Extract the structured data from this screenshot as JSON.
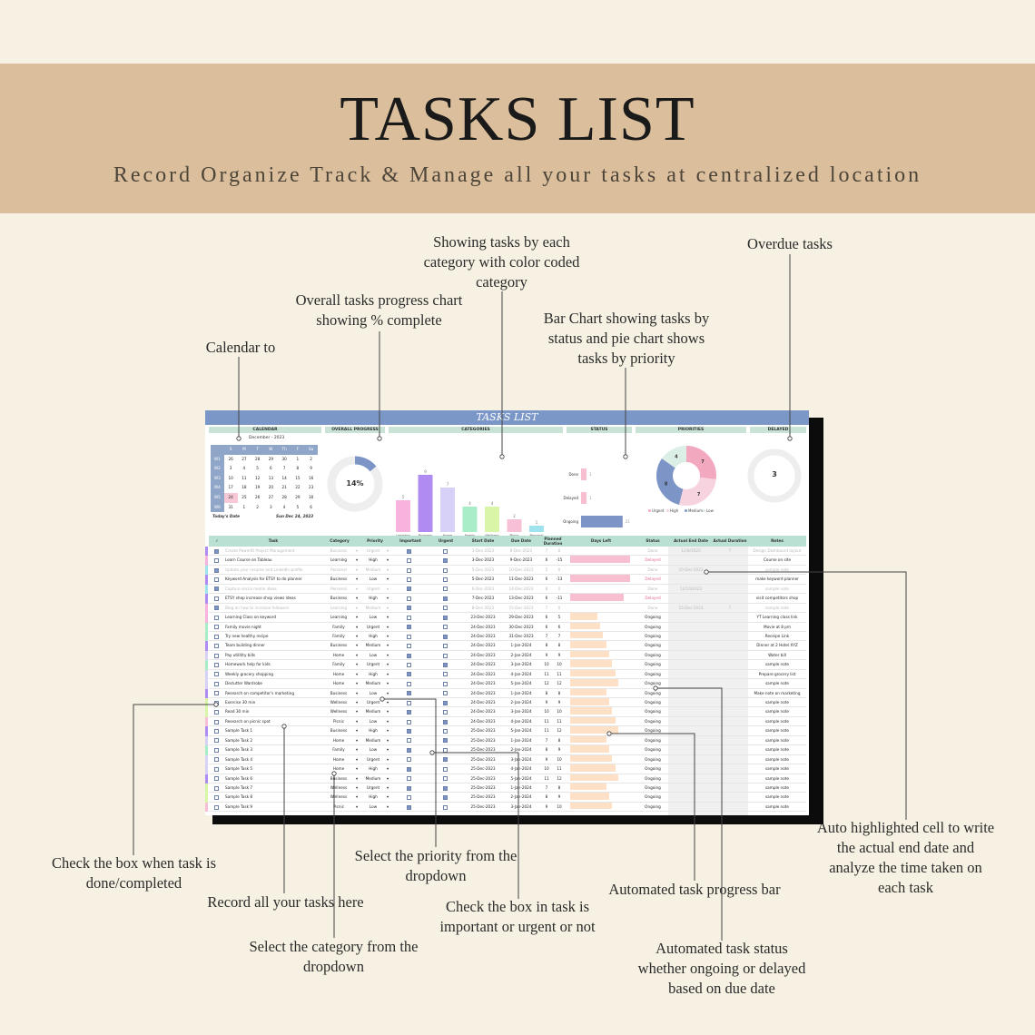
{
  "banner": {
    "title": "TASKS LIST",
    "subtitle": "Record Organize Track & Manage all your tasks at centralized location"
  },
  "callouts": {
    "calendar": "Calendar to",
    "progress": "Overall tasks progress chart\nshowing % complete",
    "categories": "Showing tasks by each\ncategory with color coded\ncategory",
    "status": "Bar Chart showing tasks by\nstatus and pie chart shows\ntasks by priority",
    "overdue": "Overdue tasks",
    "checkbox": "Check the box when task is\ndone/completed",
    "record": "Record all your tasks here",
    "priority": "Select the priority from the\ndropdown",
    "category": "Select the category from the\ndropdown",
    "important": "Check the box in task is\nimportant or urgent or not",
    "progress_bar": "Automated task progress bar",
    "task_status": "Automated task status\nwhether ongoing or delayed\nbased on due date",
    "end_date": "Auto highlighted cell to write\nthe actual end date and\nanalyze the time taken on\neach task"
  },
  "sheet": {
    "title": "TASKS LIST",
    "sections": [
      "CALENDAR",
      "OVERALL PROGRESS",
      "CATEGORIES",
      "STATUS",
      "PRIORITIES",
      "DELAYED"
    ],
    "calendar": {
      "month": "December - 2023",
      "days": [
        "S",
        "M",
        "T",
        "W",
        "Th",
        "F",
        "Sa"
      ],
      "weeks": [
        {
          "wk": "W1",
          "d": [
            "26",
            "27",
            "28",
            "29",
            "30",
            "1",
            "2"
          ]
        },
        {
          "wk": "W2",
          "d": [
            "3",
            "4",
            "5",
            "6",
            "7",
            "8",
            "9"
          ]
        },
        {
          "wk": "W3",
          "d": [
            "10",
            "11",
            "12",
            "13",
            "14",
            "15",
            "16"
          ]
        },
        {
          "wk": "W4",
          "d": [
            "17",
            "18",
            "19",
            "20",
            "21",
            "22",
            "23"
          ]
        },
        {
          "wk": "W5",
          "d": [
            "24",
            "25",
            "26",
            "27",
            "28",
            "29",
            "30"
          ]
        },
        {
          "wk": "W6",
          "d": [
            "31",
            "1",
            "2",
            "3",
            "4",
            "5",
            "6"
          ]
        }
      ],
      "today_label": "Today's Date",
      "today_value": "Sun Dec 24, 2023"
    },
    "overall_progress": {
      "label": "14%",
      "value": 0.14
    },
    "categories": {
      "items": [
        "Learning",
        "Business",
        "Home",
        "Family",
        "Wellness",
        "Picnic",
        "Personal"
      ],
      "values": [
        5,
        9,
        7,
        4,
        4,
        2,
        1
      ],
      "colors": [
        "#f7b3dd",
        "#b08cf2",
        "#d7d1f7",
        "#a9ecc8",
        "#d9f6a8",
        "#f8c0d6",
        "#9fe3ee"
      ]
    },
    "status": {
      "items": [
        "Done",
        "Delayed",
        "Ongoing"
      ],
      "values": [
        1,
        1,
        21
      ],
      "colors": [
        "#f7bfcf",
        "#f7bfcf",
        "#7d95c6"
      ]
    },
    "priorities": {
      "legend": [
        "Urgent",
        "High",
        "Medium",
        "Low"
      ],
      "values": [
        7,
        7,
        8,
        4
      ],
      "colors": [
        "#f2a9c0",
        "#f7d3df",
        "#7d95c6",
        "#dcefe6"
      ]
    },
    "delayed": {
      "label": "3",
      "value": 3
    },
    "columns": [
      "✓",
      "Task",
      "Category",
      "Priority",
      "Important",
      "Urgent",
      "Start Date",
      "Due Date",
      "Planned Duration",
      "Days Left",
      "Status",
      "Actual End Date",
      "Actual Duration",
      "Notes"
    ],
    "rows": [
      {
        "task": "Create PowerBI Project Management",
        "cat": "Business",
        "pri": "Urgent",
        "imp": true,
        "urg": false,
        "start": "1-Dec-2023",
        "due": "8-Dec-2023",
        "dur": "7",
        "left": "0",
        "status": "Done",
        "end": "12/8/2023",
        "adur": "7",
        "note": "Design Dashboard layout",
        "done": true,
        "color": "#b08cf2",
        "bar": 0
      },
      {
        "task": "Learn Course on Tableau",
        "cat": "Learning",
        "pri": "High",
        "imp": false,
        "urg": true,
        "start": "3-Dec-2023",
        "due": "9-Dec-2023",
        "dur": "6",
        "left": "-15",
        "status": "Delayed",
        "end": "",
        "adur": "",
        "note": "Course on site",
        "done": false,
        "color": "#f7b3dd",
        "bar": 1.0
      },
      {
        "task": "Update your resume and LinkedIn profile",
        "cat": "Personal",
        "pri": "Medium",
        "imp": false,
        "urg": false,
        "start": "5-Dec-2023",
        "due": "10-Dec-2023",
        "dur": "5",
        "left": "0",
        "status": "Done",
        "end": "10-Dec-2023",
        "adur": "",
        "note": "sample note",
        "done": true,
        "color": "#9fe3ee",
        "bar": 0
      },
      {
        "task": "Keyword Analysis for ETSY to do planner",
        "cat": "Business",
        "pri": "Low",
        "imp": false,
        "urg": false,
        "start": "5-Dec-2023",
        "due": "11-Dec-2023",
        "dur": "6",
        "left": "-13",
        "status": "Delayed",
        "end": "",
        "adur": "",
        "note": "make keyword planner",
        "done": false,
        "color": "#b08cf2",
        "bar": 1.0
      },
      {
        "task": "Capture social media ideas",
        "cat": "Personal",
        "pri": "Urgent",
        "imp": true,
        "urg": false,
        "start": "6-Dec-2023",
        "due": "14-Dec-2023",
        "dur": "8",
        "left": "0",
        "status": "Done",
        "end": "12/14/2023",
        "adur": "",
        "note": "sample note",
        "done": true,
        "color": "#9fe3ee",
        "bar": 0
      },
      {
        "task": "ETSY shop increase shop views ideas",
        "cat": "Business",
        "pri": "High",
        "imp": false,
        "urg": true,
        "start": "7-Dec-2023",
        "due": "13-Dec-2023",
        "dur": "6",
        "left": "-11",
        "status": "Delayed",
        "end": "",
        "adur": "",
        "note": "visit competitors shop",
        "done": false,
        "color": "#b08cf2",
        "bar": 0.9
      },
      {
        "task": "Blog on how to increase followers",
        "cat": "Learning",
        "pri": "Medium",
        "imp": true,
        "urg": false,
        "start": "8-Dec-2023",
        "due": "15-Dec-2023",
        "dur": "7",
        "left": "0",
        "status": "Done",
        "end": "15-Dec-2023",
        "adur": "7",
        "note": "sample note",
        "done": true,
        "color": "#f7b3dd",
        "bar": 0
      },
      {
        "task": "Learning Class on keyword",
        "cat": "Learning",
        "pri": "Low",
        "imp": false,
        "urg": true,
        "start": "23-Dec-2023",
        "due": "29-Dec-2023",
        "dur": "6",
        "left": "5",
        "status": "Ongoing",
        "end": "",
        "adur": "",
        "note": "YT Learning class link",
        "done": false,
        "color": "#f7b3dd",
        "bar": 0.45
      },
      {
        "task": "Family movie night",
        "cat": "Family",
        "pri": "Urgent",
        "imp": true,
        "urg": false,
        "start": "24-Dec-2023",
        "due": "30-Dec-2023",
        "dur": "6",
        "left": "6",
        "status": "Ongoing",
        "end": "",
        "adur": "",
        "note": "Movie at 8 pm",
        "done": false,
        "color": "#a9ecc8",
        "bar": 0.5
      },
      {
        "task": "Try new healthy recipe",
        "cat": "Family",
        "pri": "High",
        "imp": false,
        "urg": true,
        "start": "24-Dec-2023",
        "due": "31-Dec-2023",
        "dur": "7",
        "left": "7",
        "status": "Ongoing",
        "end": "",
        "adur": "",
        "note": "Receipe Link",
        "done": false,
        "color": "#a9ecc8",
        "bar": 0.55
      },
      {
        "task": "Team building dinner",
        "cat": "Business",
        "pri": "Medium",
        "imp": false,
        "urg": false,
        "start": "24-Dec-2023",
        "due": "1-Jan-2024",
        "dur": "8",
        "left": "8",
        "status": "Ongoing",
        "end": "",
        "adur": "",
        "note": "Dinner at 2 Hotel XYZ",
        "done": false,
        "color": "#b08cf2",
        "bar": 0.6
      },
      {
        "task": "Pay utilitity bills",
        "cat": "Home",
        "pri": "Low",
        "imp": true,
        "urg": false,
        "start": "24-Dec-2023",
        "due": "2-Jan-2024",
        "dur": "9",
        "left": "9",
        "status": "Ongoing",
        "end": "",
        "adur": "",
        "note": "Water bill",
        "done": false,
        "color": "#d7d1f7",
        "bar": 0.65
      },
      {
        "task": "Homework help for kids",
        "cat": "Family",
        "pri": "Urgent",
        "imp": false,
        "urg": true,
        "start": "24-Dec-2023",
        "due": "3-Jan-2024",
        "dur": "10",
        "left": "10",
        "status": "Ongoing",
        "end": "",
        "adur": "",
        "note": "sample note",
        "done": false,
        "color": "#a9ecc8",
        "bar": 0.7
      },
      {
        "task": "Weekly grocery shopping",
        "cat": "Home",
        "pri": "High",
        "imp": true,
        "urg": false,
        "start": "24-Dec-2023",
        "due": "4-Jan-2024",
        "dur": "11",
        "left": "11",
        "status": "Ongoing",
        "end": "",
        "adur": "",
        "note": "Prepare grocery list",
        "done": false,
        "color": "#d7d1f7",
        "bar": 0.75
      },
      {
        "task": "Declutter Wardrobe",
        "cat": "Home",
        "pri": "Medium",
        "imp": false,
        "urg": false,
        "start": "24-Dec-2023",
        "due": "5-Jan-2024",
        "dur": "12",
        "left": "12",
        "status": "Ongoing",
        "end": "",
        "adur": "",
        "note": "sample note",
        "done": false,
        "color": "#d7d1f7",
        "bar": 0.8
      },
      {
        "task": "Research on competitor's marketing",
        "cat": "Business",
        "pri": "Low",
        "imp": true,
        "urg": false,
        "start": "24-Dec-2023",
        "due": "1-Jan-2024",
        "dur": "8",
        "left": "8",
        "status": "Ongoing",
        "end": "",
        "adur": "",
        "note": "Make note on marketing",
        "done": false,
        "color": "#b08cf2",
        "bar": 0.6
      },
      {
        "task": "Exercise 30 min",
        "cat": "Wellness",
        "pri": "Urgent",
        "imp": false,
        "urg": true,
        "start": "24-Dec-2023",
        "due": "2-Jan-2024",
        "dur": "9",
        "left": "9",
        "status": "Ongoing",
        "end": "",
        "adur": "",
        "note": "sample note",
        "done": false,
        "color": "#d9f6a8",
        "bar": 0.65
      },
      {
        "task": "Read 30 min",
        "cat": "Wellness",
        "pri": "Medium",
        "imp": true,
        "urg": false,
        "start": "24-Dec-2023",
        "due": "3-Jan-2024",
        "dur": "10",
        "left": "10",
        "status": "Ongoing",
        "end": "",
        "adur": "",
        "note": "sample note",
        "done": false,
        "color": "#d9f6a8",
        "bar": 0.7
      },
      {
        "task": "Research on picnic spot",
        "cat": "Picnic",
        "pri": "Low",
        "imp": false,
        "urg": true,
        "start": "24-Dec-2023",
        "due": "4-Jan-2024",
        "dur": "11",
        "left": "11",
        "status": "Ongoing",
        "end": "",
        "adur": "",
        "note": "sample note",
        "done": false,
        "color": "#f8c0d6",
        "bar": 0.75
      },
      {
        "task": "Sample Task 1",
        "cat": "Business",
        "pri": "High",
        "imp": true,
        "urg": false,
        "start": "25-Dec-2023",
        "due": "5-Jan-2024",
        "dur": "11",
        "left": "12",
        "status": "Ongoing",
        "end": "",
        "adur": "",
        "note": "sample note",
        "done": false,
        "color": "#b08cf2",
        "bar": 0.8
      },
      {
        "task": "Sample Task 2",
        "cat": "Home",
        "pri": "Medium",
        "imp": false,
        "urg": true,
        "start": "25-Dec-2023",
        "due": "1-Jan-2024",
        "dur": "7",
        "left": "8",
        "status": "Ongoing",
        "end": "",
        "adur": "",
        "note": "sample note",
        "done": false,
        "color": "#d7d1f7",
        "bar": 0.6
      },
      {
        "task": "Sample Task 3",
        "cat": "Family",
        "pri": "Low",
        "imp": true,
        "urg": false,
        "start": "25-Dec-2023",
        "due": "2-Jan-2024",
        "dur": "8",
        "left": "9",
        "status": "Ongoing",
        "end": "",
        "adur": "",
        "note": "sample note",
        "done": false,
        "color": "#a9ecc8",
        "bar": 0.65
      },
      {
        "task": "Sample Task 4",
        "cat": "Home",
        "pri": "Urgent",
        "imp": false,
        "urg": true,
        "start": "25-Dec-2023",
        "due": "3-Jan-2024",
        "dur": "9",
        "left": "10",
        "status": "Ongoing",
        "end": "",
        "adur": "",
        "note": "sample note",
        "done": false,
        "color": "#d7d1f7",
        "bar": 0.7
      },
      {
        "task": "Sample Task 5",
        "cat": "Home",
        "pri": "High",
        "imp": true,
        "urg": false,
        "start": "25-Dec-2023",
        "due": "4-Jan-2024",
        "dur": "10",
        "left": "11",
        "status": "Ongoing",
        "end": "",
        "adur": "",
        "note": "sample note",
        "done": false,
        "color": "#d7d1f7",
        "bar": 0.75
      },
      {
        "task": "Sample Task 6",
        "cat": "Business",
        "pri": "Medium",
        "imp": false,
        "urg": false,
        "start": "25-Dec-2023",
        "due": "5-Jan-2024",
        "dur": "11",
        "left": "12",
        "status": "Ongoing",
        "end": "",
        "adur": "",
        "note": "sample note",
        "done": false,
        "color": "#b08cf2",
        "bar": 0.8
      },
      {
        "task": "Sample Task 7",
        "cat": "Wellness",
        "pri": "Urgent",
        "imp": true,
        "urg": true,
        "start": "25-Dec-2023",
        "due": "1-Jan-2024",
        "dur": "7",
        "left": "8",
        "status": "Ongoing",
        "end": "",
        "adur": "",
        "note": "sample note",
        "done": false,
        "color": "#d9f6a8",
        "bar": 0.6
      },
      {
        "task": "Sample Task 8",
        "cat": "Wellness",
        "pri": "High",
        "imp": false,
        "urg": true,
        "start": "25-Dec-2023",
        "due": "2-Jan-2024",
        "dur": "8",
        "left": "9",
        "status": "Ongoing",
        "end": "",
        "adur": "",
        "note": "sample note",
        "done": false,
        "color": "#d9f6a8",
        "bar": 0.65
      },
      {
        "task": "Sample Task 9",
        "cat": "Picnic",
        "pri": "Low",
        "imp": true,
        "urg": false,
        "start": "25-Dec-2023",
        "due": "3-Jan-2024",
        "dur": "9",
        "left": "10",
        "status": "Ongoing",
        "end": "",
        "adur": "",
        "note": "sample note",
        "done": false,
        "color": "#f8c0d6",
        "bar": 0.7
      }
    ]
  }
}
